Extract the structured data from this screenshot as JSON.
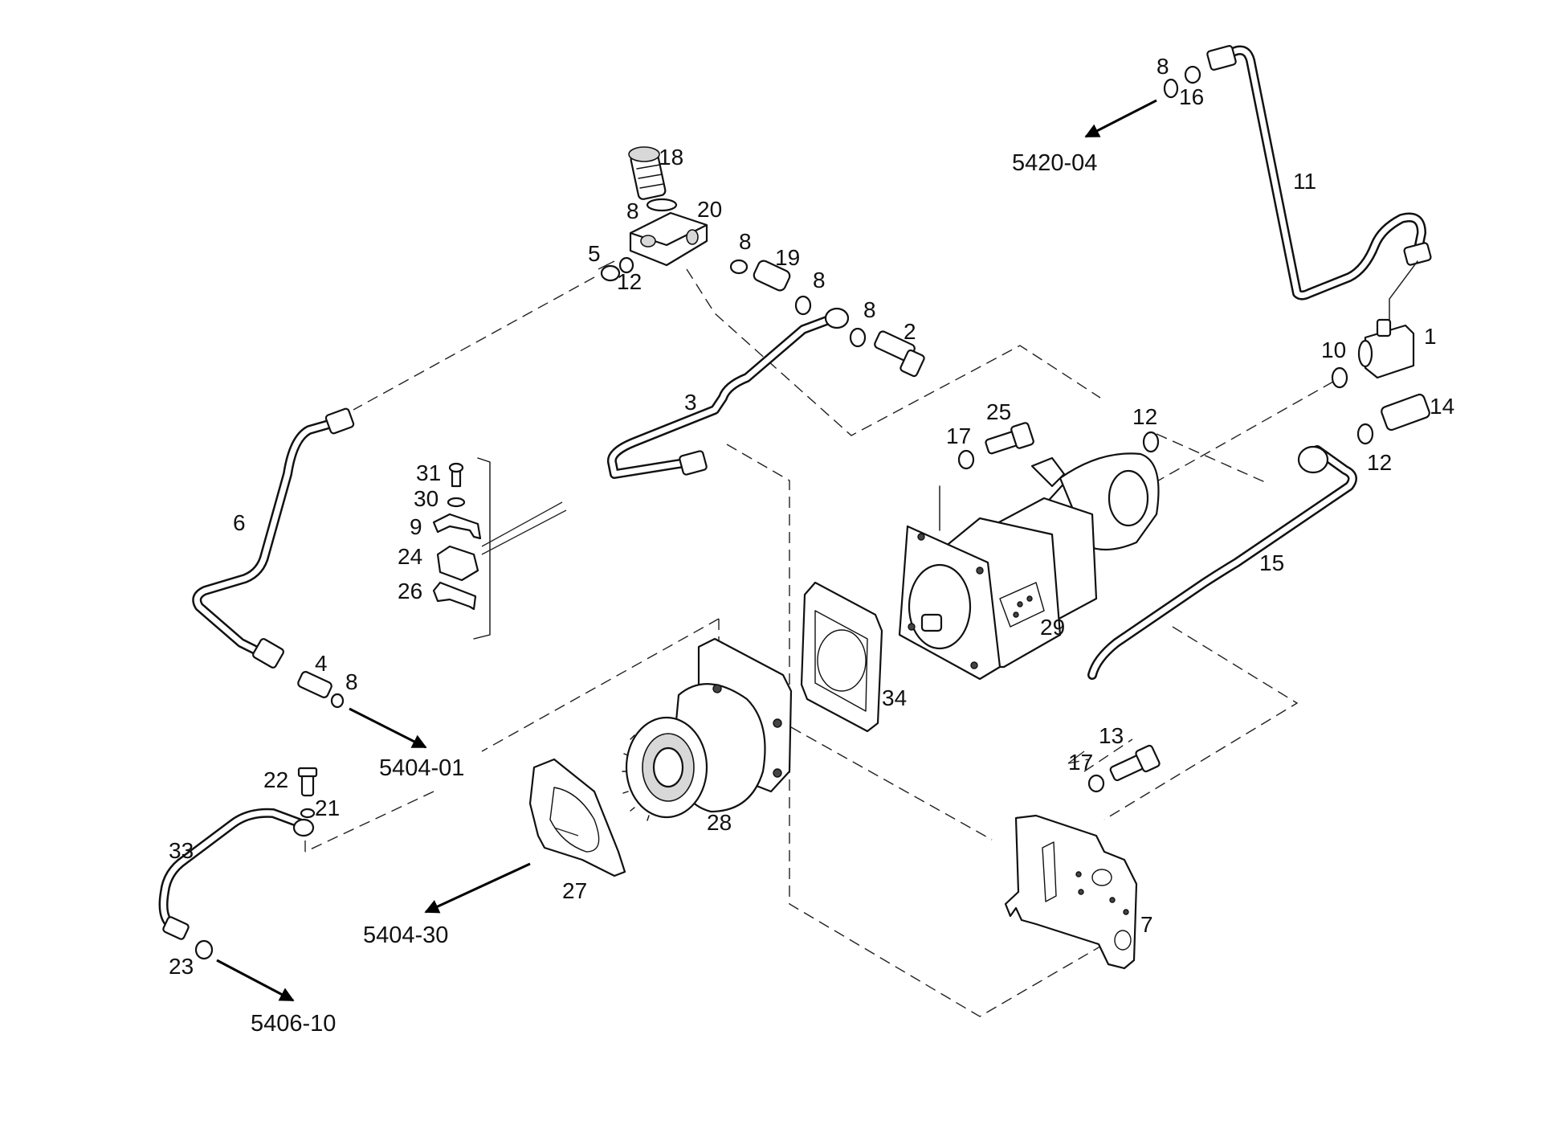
{
  "diagram": {
    "part_labels": {
      "p1": "1",
      "p2": "2",
      "p3": "3",
      "p4": "4",
      "p5": "5",
      "p6": "6",
      "p7": "7",
      "p8a": "8",
      "p8b": "8",
      "p8c": "8",
      "p8d": "8",
      "p8e": "8",
      "p8f": "8",
      "p9": "9",
      "p10": "10",
      "p11": "11",
      "p12a": "12",
      "p12b": "12",
      "p12c": "12",
      "p13": "13",
      "p14": "14",
      "p15": "15",
      "p16": "16",
      "p17a": "17",
      "p17b": "17",
      "p18": "18",
      "p19": "19",
      "p20": "20",
      "p21": "21",
      "p22": "22",
      "p23": "23",
      "p24": "24",
      "p25": "25",
      "p26": "26",
      "p27": "27",
      "p28": "28",
      "p29": "29",
      "p30": "30",
      "p31": "31",
      "p33": "33",
      "p34": "34"
    },
    "references": {
      "r5420_04": "5420-04",
      "r5404_01": "5404-01",
      "r5404_30": "5404-30",
      "r5406_10": "5406-10"
    }
  }
}
